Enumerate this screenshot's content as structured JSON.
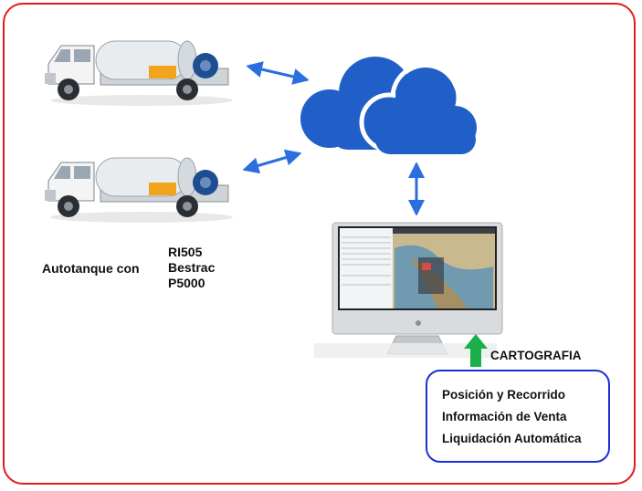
{
  "colors": {
    "frame_border": "#e41b1b",
    "cloud": "#1f5fc7",
    "arrow": "#2a6ee0",
    "box_border": "#1a2fd6",
    "green_arrow": "#1db04a"
  },
  "trucks": [
    {
      "icon": "tank-truck-icon"
    },
    {
      "icon": "tank-truck-icon"
    }
  ],
  "truck_caption": {
    "prefix": "Autotanque con",
    "models": [
      "RI505",
      "Bestrac",
      "P5000"
    ]
  },
  "cloud": {
    "icon": "cloud-icon"
  },
  "monitor": {
    "icon": "desktop-monitor-icon"
  },
  "cartografia_label": "CARTOGRAFIA",
  "features": [
    "Posición y Recorrido",
    "Información de Venta",
    "Liquidación Automática"
  ]
}
